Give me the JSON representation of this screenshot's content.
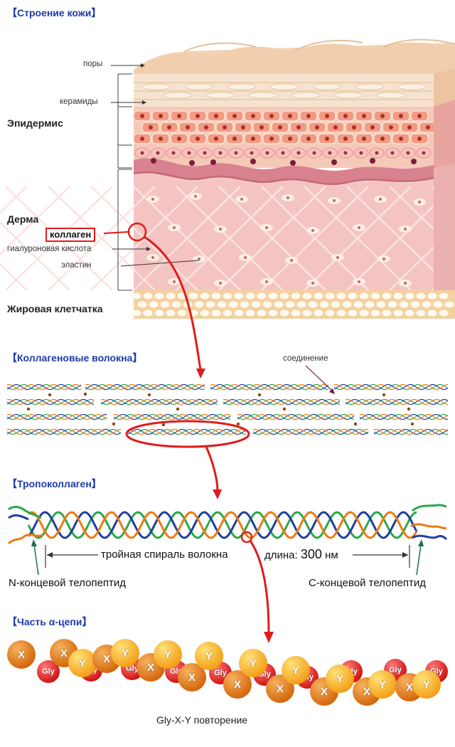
{
  "skin": {
    "title": "【Строение кожи】",
    "pores": "поры",
    "ceramides": "керамиды",
    "epidermis": "Эпидермис",
    "dermis": "Дерма",
    "collagen": "коллаген",
    "hyaluronic": "гиалуроновая кислота",
    "elastin": "эластин",
    "fat": "Жировая клетчатка"
  },
  "fibers": {
    "title": "【Коллагеновые волокна】",
    "junction": "соединение"
  },
  "tropo": {
    "title": "【Тропоколлаген】",
    "helix_label": "тройная спираль волокна",
    "length_label": "длина:",
    "length_value": "300",
    "length_unit": "нм",
    "n_term": "N-концевой телопептид",
    "c_term": "C-концевой телопептид"
  },
  "alpha": {
    "title": "【Часть α-цепи】",
    "repeat_label": "Gly-X-Y повторение",
    "bead_gly": "Gly",
    "bead_x": "X",
    "bead_y": "Y"
  },
  "colors": {
    "accent_red": "#e01b1b",
    "title_blue": "#1e3aa8",
    "strand_green": "#2aa84a",
    "strand_blue": "#1f3fa0",
    "strand_orange": "#f07a10"
  }
}
